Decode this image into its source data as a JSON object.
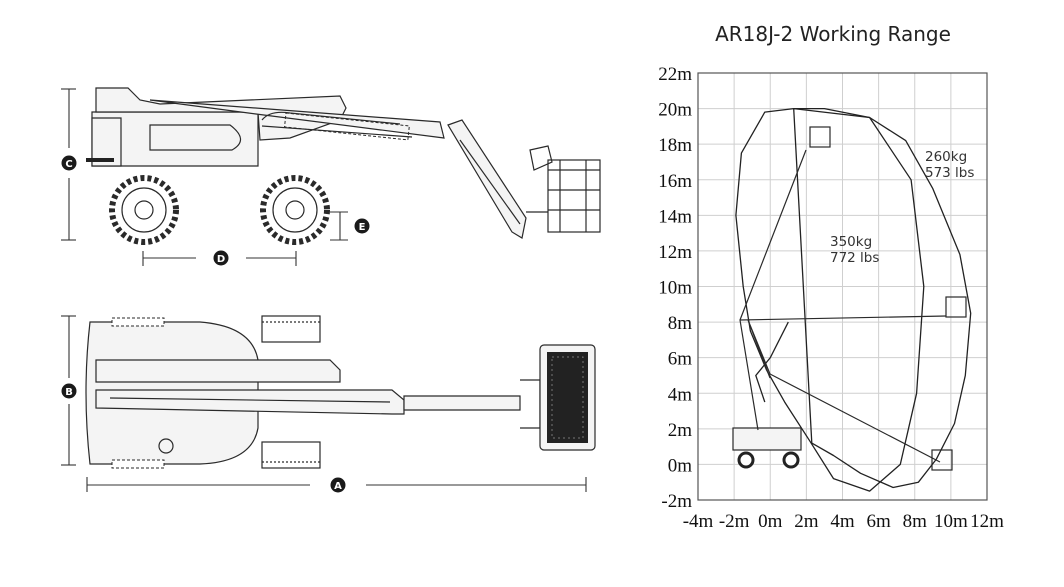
{
  "title": "AR18J-2 Working Range",
  "dimensions": {
    "a": "A",
    "b": "B",
    "c": "C",
    "d": "D",
    "e": "E"
  },
  "chart_axes": {
    "x_ticks": [
      "-4m",
      "-2m",
      "0m",
      "2m",
      "4m",
      "6m",
      "8m",
      "10m",
      "12m"
    ],
    "y_ticks": [
      "22m",
      "20m",
      "18m",
      "16m",
      "14m",
      "12m",
      "10m",
      "8m",
      "6m",
      "4m",
      "2m",
      "0m",
      "-2m"
    ]
  },
  "zones": {
    "outer_line1": "260kg",
    "outer_line2": "573 lbs",
    "inner_line1": "350kg",
    "inner_line2": "772 lbs"
  },
  "chart_data": {
    "type": "area",
    "title": "AR18J-2 Working Range",
    "xlabel": "",
    "ylabel": "",
    "xlim": [
      -4,
      12
    ],
    "ylim": [
      -2,
      22
    ],
    "grid": true,
    "series": [
      {
        "name": "260kg / 573 lbs",
        "x": [
          1.3,
          3.0,
          5.5,
          7.5,
          9.0,
          10.5,
          11.1,
          10.8,
          10.2,
          9.2,
          8.2,
          6.8,
          5.0,
          3.5,
          2.3
        ],
        "y": [
          20.0,
          20.0,
          19.5,
          18.2,
          15.5,
          11.8,
          8.5,
          5.0,
          2.3,
          0.3,
          -1.0,
          -1.3,
          -0.5,
          0.5,
          1.2
        ]
      },
      {
        "name": "350kg / 772 lbs",
        "x": [
          1.3,
          5.5,
          7.8,
          8.5,
          8.1,
          7.2,
          5.5,
          3.5,
          2.2,
          0.8,
          -0.2,
          -1.1,
          -1.5,
          -1.9,
          -1.6,
          -0.3,
          1.0,
          0.0,
          -0.8,
          -0.3
        ],
        "y": [
          20.0,
          19.5,
          16.0,
          10.0,
          4.0,
          0.0,
          -1.5,
          -0.8,
          1.3,
          3.5,
          5.3,
          7.5,
          10.0,
          14.0,
          17.5,
          19.8,
          8.0,
          6.0,
          5.0,
          3.5
        ]
      }
    ]
  }
}
